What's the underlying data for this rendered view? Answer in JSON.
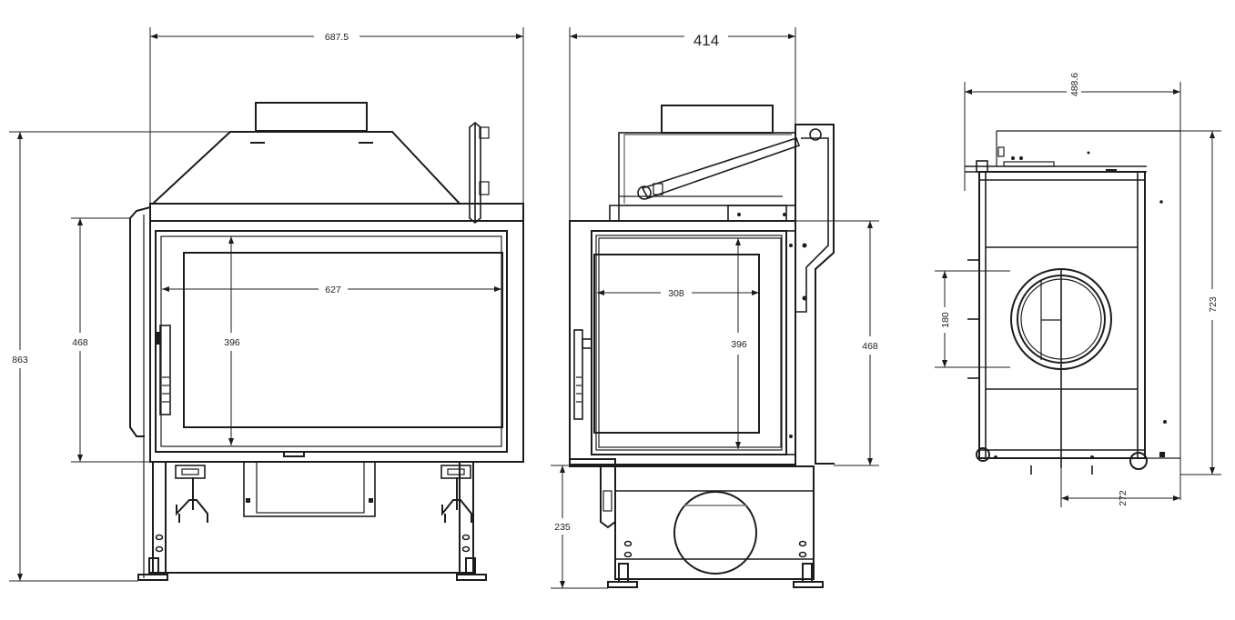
{
  "dimensions": {
    "front": {
      "overall_width": "687.5",
      "overall_height": "863",
      "frame_height": "468",
      "glass_height": "396",
      "glass_width": "627"
    },
    "side": {
      "overall_depth": "414",
      "glass_width": "308",
      "glass_height": "396",
      "frame_height": "468",
      "base_height": "235"
    },
    "plan": {
      "overall_width": "488.6",
      "overall_depth": "723",
      "flue_diameter": "180",
      "flue_offset": "272"
    }
  },
  "colors": {
    "line": "#1c1c1c",
    "secondary_line": "#777777",
    "background": "#ffffff"
  }
}
